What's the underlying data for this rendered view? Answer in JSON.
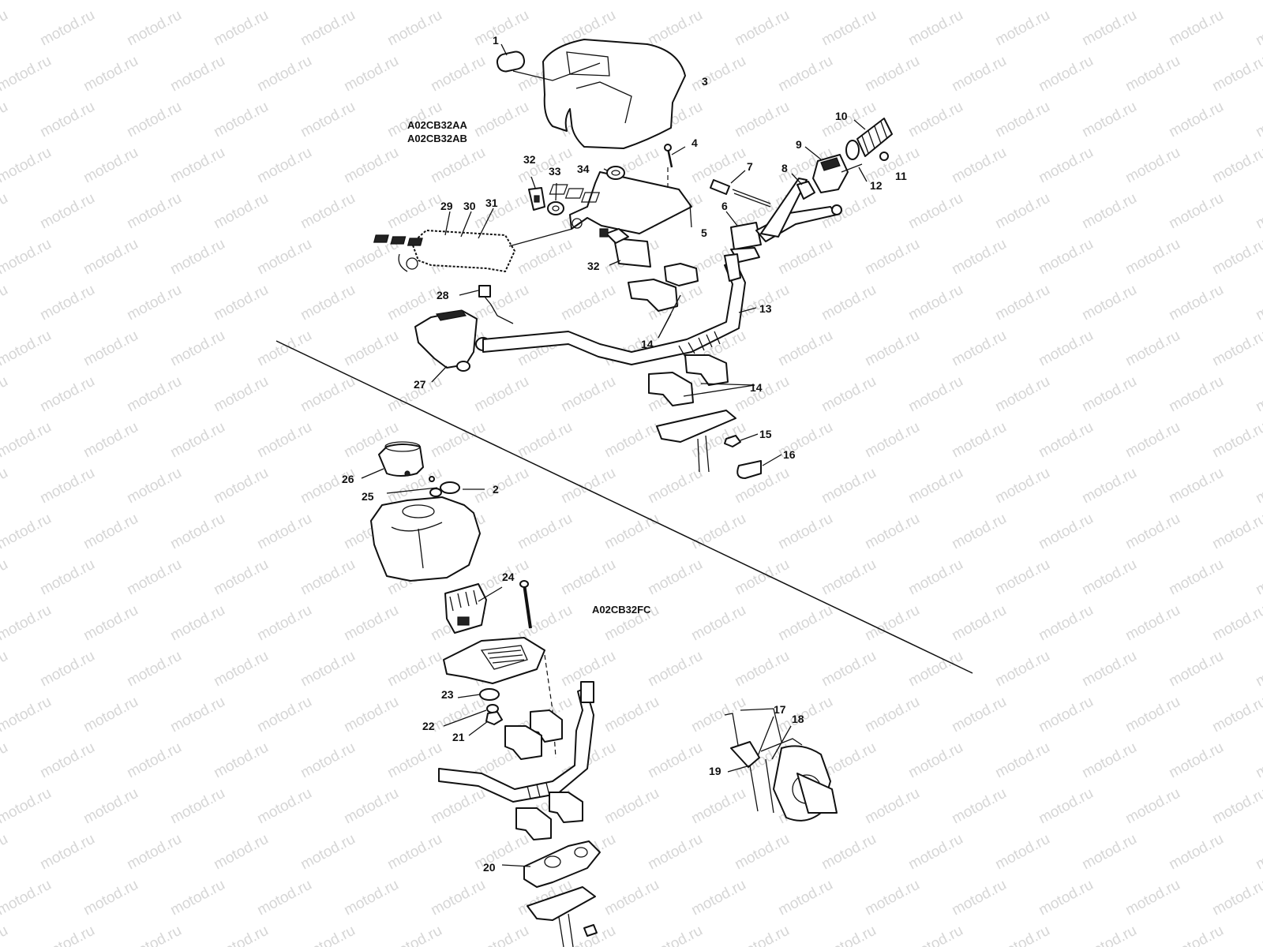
{
  "watermark": "motod.ru",
  "models": {
    "top_line1": "A02CB32AA",
    "top_line2": "A02CB32AB",
    "bottom": "A02CB32FC"
  },
  "callouts": [
    "1",
    "2",
    "3",
    "4",
    "5",
    "6",
    "7",
    "8",
    "9",
    "10",
    "11",
    "12",
    "13",
    "14",
    "15",
    "16",
    "17",
    "18",
    "19",
    "20",
    "21",
    "22",
    "23",
    "24",
    "25",
    "26",
    "27",
    "28",
    "29",
    "30",
    "31",
    "32",
    "33",
    "34"
  ],
  "labels": [
    {
      "id": "1",
      "text": "1"
    },
    {
      "id": "3",
      "text": "3"
    },
    {
      "id": "4",
      "text": "4"
    },
    {
      "id": "10",
      "text": "10"
    },
    {
      "id": "9",
      "text": "9"
    },
    {
      "id": "11",
      "text": "11"
    },
    {
      "id": "12",
      "text": "12"
    },
    {
      "id": "7",
      "text": "7"
    },
    {
      "id": "8",
      "text": "8"
    },
    {
      "id": "32a",
      "text": "32"
    },
    {
      "id": "33",
      "text": "33"
    },
    {
      "id": "34",
      "text": "34"
    },
    {
      "id": "29",
      "text": "29"
    },
    {
      "id": "30",
      "text": "30"
    },
    {
      "id": "31",
      "text": "31"
    },
    {
      "id": "6",
      "text": "6"
    },
    {
      "id": "5",
      "text": "5"
    },
    {
      "id": "32b",
      "text": "32"
    },
    {
      "id": "28",
      "text": "28"
    },
    {
      "id": "13",
      "text": "13"
    },
    {
      "id": "14a",
      "text": "14"
    },
    {
      "id": "14b",
      "text": "14"
    },
    {
      "id": "27",
      "text": "27"
    },
    {
      "id": "15",
      "text": "15"
    },
    {
      "id": "16",
      "text": "16"
    },
    {
      "id": "26",
      "text": "26"
    },
    {
      "id": "25",
      "text": "25"
    },
    {
      "id": "2",
      "text": "2"
    },
    {
      "id": "24",
      "text": "24"
    },
    {
      "id": "23",
      "text": "23"
    },
    {
      "id": "22",
      "text": "22"
    },
    {
      "id": "21",
      "text": "21"
    },
    {
      "id": "17",
      "text": "17"
    },
    {
      "id": "18",
      "text": "18"
    },
    {
      "id": "19",
      "text": "19"
    },
    {
      "id": "20",
      "text": "20"
    }
  ]
}
